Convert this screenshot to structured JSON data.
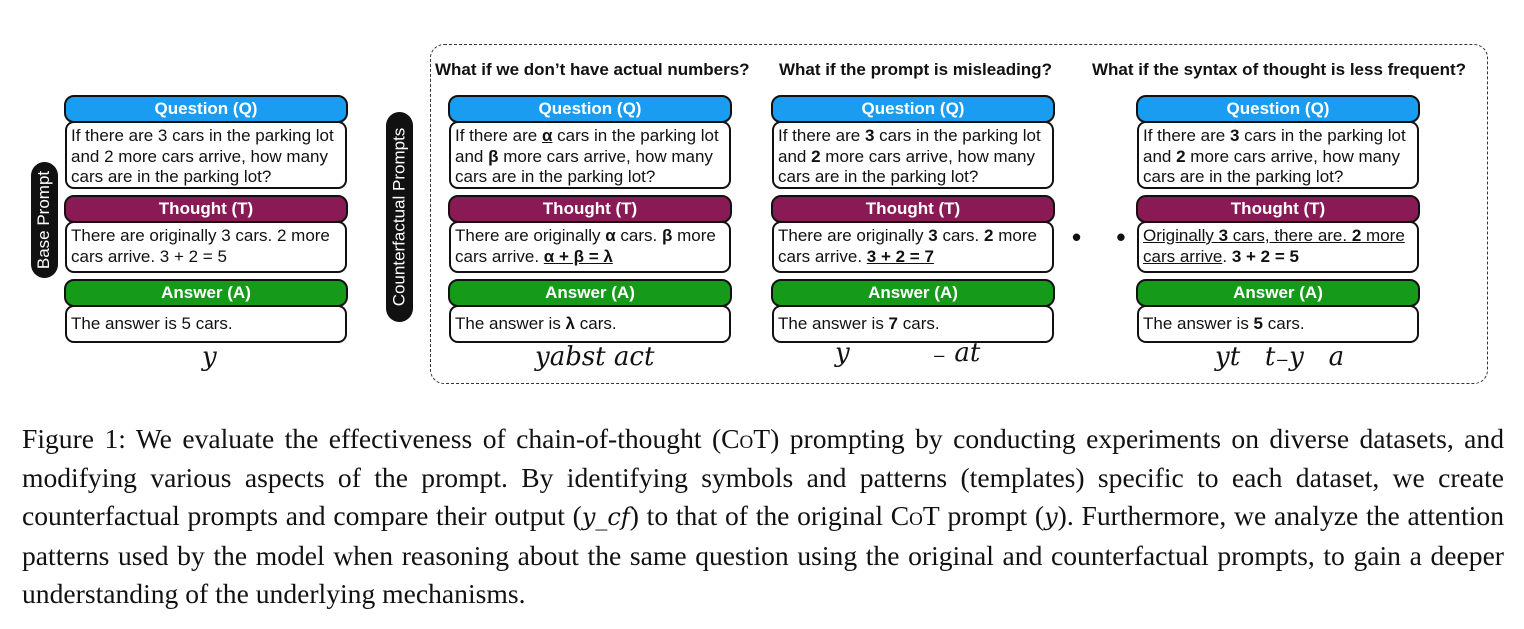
{
  "base_prompt_label": "Base Prompt",
  "counterfactual_label": "Counterfactual Prompts",
  "headings": [
    "What if we don’t have actual numbers?",
    "What if the prompt is misleading?",
    "What if the syntax of thought is less frequent?"
  ],
  "section_labels": {
    "question": "Question (Q)",
    "thought": "Thought (T)",
    "answer": "Answer (A)"
  },
  "columns": [
    {
      "question_html": "If there are 3 cars in the parking lot and 2 more cars arrive, how many cars are in the parking lot?",
      "thought_html": "There are originally 3 cars. 2 more cars arrive. 3 + 2 = 5",
      "answer_html": "The answer is 5 cars.",
      "output_label": "y"
    },
    {
      "question_html": "If there are <b><u>α</u></b> cars in the parking lot and <b>β</b> more cars arrive, how many cars are in the parking lot?",
      "thought_html": "There are originally <b>α</b> cars. <b>β</b> more cars arrive. <b><u>α + β = λ</u></b>",
      "answer_html": "The answer is <b>λ</b> cars.",
      "output_label": "yabst act"
    },
    {
      "question_html": "If there are <b>3</b> cars in the parking lot and <b>2</b> more cars arrive, how many cars are in the parking lot?",
      "thought_html": "There are originally <b>3</b> cars. <b>2</b> more cars arrive. <u><b>3 + 2 = 7</b></u>",
      "answer_html": "The answer is <b>7</b> cars.",
      "output_label": "y          ₋ at"
    },
    {
      "question_html": "If there are <b>3</b> cars in the parking lot and <b>2</b> more cars arrive, how many cars are in the parking lot?",
      "thought_html": "<u>Originally <b>3</b> cars, there are. <b>2</b> more cars arrive</u>. <b>3 + 2 = 5</b>",
      "answer_html": "The answer is <b>5</b> cars.",
      "output_label": "yt   t₋y   a"
    }
  ],
  "ellipsis": "• • •",
  "caption": {
    "p1": "Figure 1: We evaluate the effectiveness of chain-of-thought (",
    "cot": "CoT",
    "p2": ") prompting by conducting experiments on diverse datasets, and modifying various aspects of the prompt. By identifying symbols and patterns (templates) specific to each dataset, we create counterfactual prompts and compare their output (",
    "ycf": "y_cf",
    "p3": ") to that of the original ",
    "cot2": "CoT",
    "p4": " prompt (",
    "y": "y",
    "p5": "). Furthermore, we analyze the attention patterns used by the model when reasoning about the same question using the original and counterfactual prompts, to gain a deeper understanding of the underlying mechanisms."
  }
}
